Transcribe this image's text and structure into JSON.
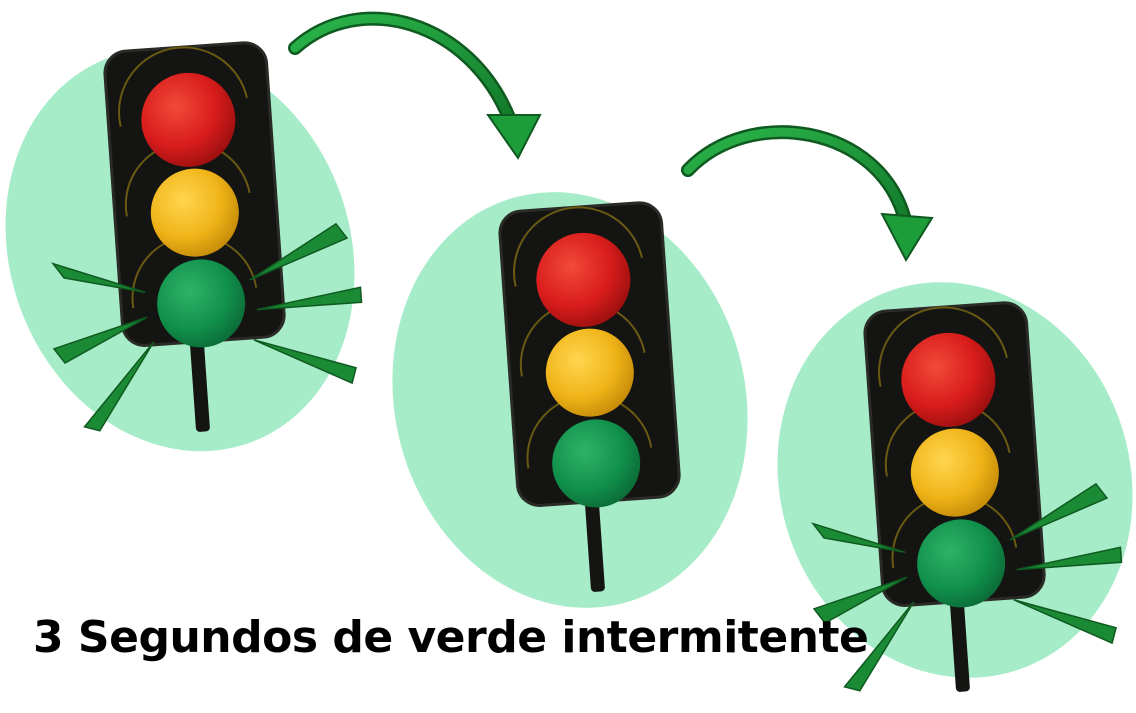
{
  "caption": "3 Segundos de verde intermitente",
  "colors": {
    "red_lamp": "#d81c1c",
    "yellow_lamp": "#f0b418",
    "green_lamp": "#11924c",
    "housing": "#141412",
    "backdrop": "#a6ecc8",
    "arrow": "#1d9c3a",
    "rays": "#1b8a35"
  },
  "traffic_lights": [
    {
      "name": "traffic-light-1",
      "green_flashing": true
    },
    {
      "name": "traffic-light-2",
      "green_flashing": false
    },
    {
      "name": "traffic-light-3",
      "green_flashing": true
    }
  ],
  "icons": [
    "traffic-light-icon",
    "curved-arrow-icon",
    "flash-ray-icon"
  ]
}
